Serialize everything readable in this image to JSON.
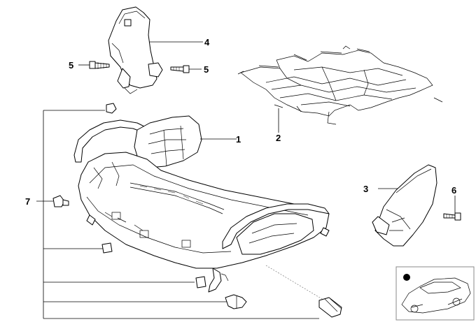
{
  "callouts": {
    "part_1": "1",
    "part_2": "2",
    "part_3": "3",
    "part_4": "4",
    "part_5_left": "5",
    "part_5_right": "5",
    "part_6": "6",
    "part_7": "7"
  },
  "colors": {
    "line": "#000000",
    "background": "#ffffff",
    "thumbnail_border": "#888888"
  }
}
